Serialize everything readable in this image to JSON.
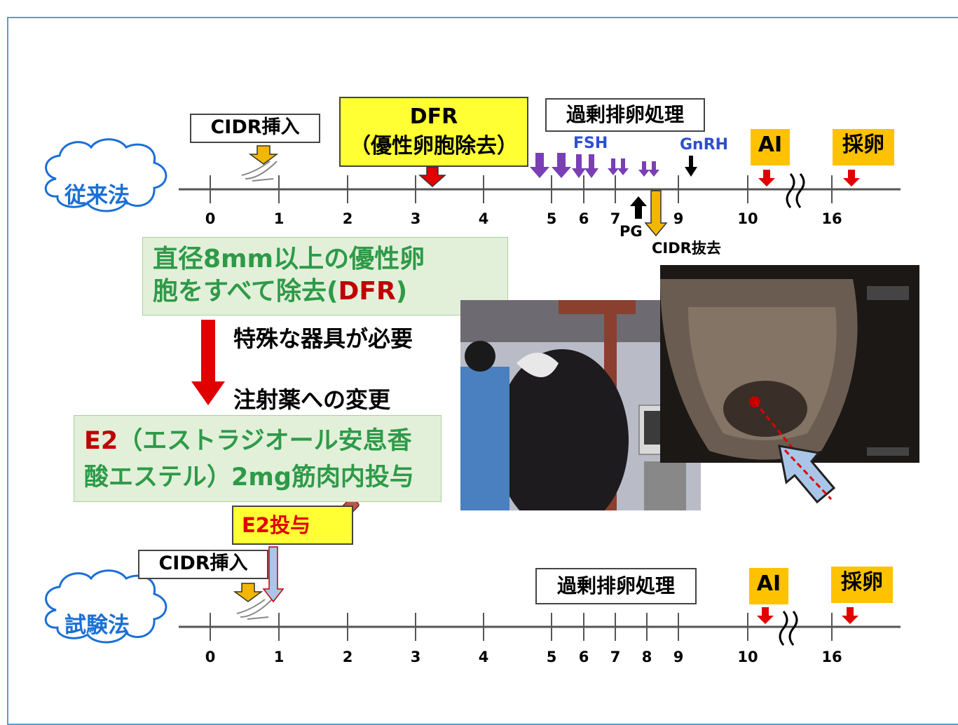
{
  "conventional": {
    "method_label": "従来法",
    "cidr_insert": "CIDR挿入",
    "dfr_line1": "DFR",
    "dfr_line2": "（優性卵胞除去）",
    "superovulation": "過剰排卵処理",
    "fsh": "FSH",
    "gnrh": "GnRH",
    "ai": "AI",
    "egg_collection": "採卵",
    "pg": "PG",
    "cidr_removal": "CIDR抜去",
    "ticks": [
      "0",
      "1",
      "2",
      "3",
      "4",
      "5",
      "6",
      "7",
      "9",
      "10",
      "16"
    ]
  },
  "explanation": {
    "dfr_line1": "直径8mm以上の優性卵",
    "dfr_line2_prefix": "胞をすべて除去(",
    "dfr_line2_highlight": "DFR",
    "dfr_line2_suffix": ")",
    "special_equipment": "特殊な器具が必要",
    "change_to_injection": "注射薬への変更",
    "e2_highlight": "E2",
    "e2_line1_rest": "（エストラジオール安息香",
    "e2_line2": "酸エステル）2mg筋肉内投与"
  },
  "test_method": {
    "method_label": "試験法",
    "e2_admin": "E2投与",
    "cidr_insert": "CIDR挿入",
    "superovulation": "過剰排卵処理",
    "ai": "AI",
    "egg_collection": "採卵",
    "ticks": [
      "0",
      "1",
      "2",
      "3",
      "4",
      "5",
      "6",
      "7",
      "8",
      "9",
      "10",
      "16"
    ]
  },
  "colors": {
    "frame": "#4aa3d8",
    "yellow_label": "#ffff33",
    "orange_label": "#ffc200",
    "green_box": "#e2f0d9",
    "green_text": "#2e9a48",
    "red": "#e00000",
    "dark_red": "#c00000",
    "purple_arrow": "#7a3fb5",
    "cloud_text": "#1a6fd6",
    "gold_arrow": "#f2b705",
    "blue_arrow": "#a9c6e8"
  }
}
